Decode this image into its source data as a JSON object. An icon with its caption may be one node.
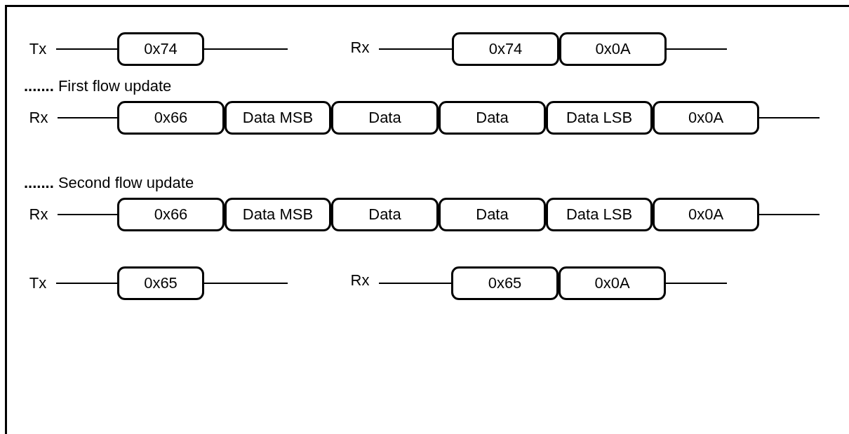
{
  "diagram": {
    "nodes": [
      {
        "text": [
          "Tx"
        ]
      },
      {
        "text": [
          "0x74"
        ]
      },
      {
        "text": [
          "Rx"
        ]
      },
      {
        "text": [
          "0x74"
        ]
      },
      {
        "text": [
          "0x0A"
        ]
      },
      {
        "text": [
          "Rx"
        ]
      },
      {
        "text": [
          "0x66"
        ]
      },
      {
        "text": [
          "Data MSB"
        ]
      },
      {
        "text": [
          "Data"
        ]
      },
      {
        "text": [
          "Data"
        ]
      },
      {
        "text": [
          "Data LSB"
        ]
      },
      {
        "text": [
          "0x0A"
        ]
      },
      {
        "text": [
          "Rx"
        ]
      },
      {
        "text": [
          "0x66"
        ]
      },
      {
        "text": [
          "Data MSB"
        ]
      },
      {
        "text": [
          "Data"
        ]
      },
      {
        "text": [
          "Data"
        ]
      },
      {
        "text": [
          "Data LSB"
        ]
      },
      {
        "text": [
          "0x0A"
        ]
      },
      {
        "text": [
          "Tx"
        ]
      },
      {
        "text": [
          "0x65"
        ]
      },
      {
        "text": [
          "Rx"
        ]
      },
      {
        "text": [
          "0x65"
        ]
      },
      {
        "text": [
          "0x0A"
        ]
      }
    ],
    "edges": [
      {
        "from": 0,
        "to": 1,
        "arrow": "none"
      },
      {
        "from": 1,
        "to": null,
        "arrow": "none"
      },
      {
        "from": 2,
        "to": 3,
        "arrow": "none"
      },
      {
        "from": 4,
        "to": null,
        "arrow": "none"
      },
      {
        "from": 5,
        "to": 6,
        "arrow": "none"
      },
      {
        "from": 11,
        "to": null,
        "arrow": "none"
      },
      {
        "from": 12,
        "to": 13,
        "arrow": "none"
      },
      {
        "from": 18,
        "to": null,
        "arrow": "none"
      },
      {
        "from": 19,
        "to": 20,
        "arrow": "none"
      },
      {
        "from": 20,
        "to": null,
        "arrow": "none"
      },
      {
        "from": 21,
        "to": 22,
        "arrow": "none"
      },
      {
        "from": 23,
        "to": null,
        "arrow": "none"
      }
    ],
    "labels": [
      "**.......** First flow update",
      "**.......** Second flow update"
    ]
  }
}
